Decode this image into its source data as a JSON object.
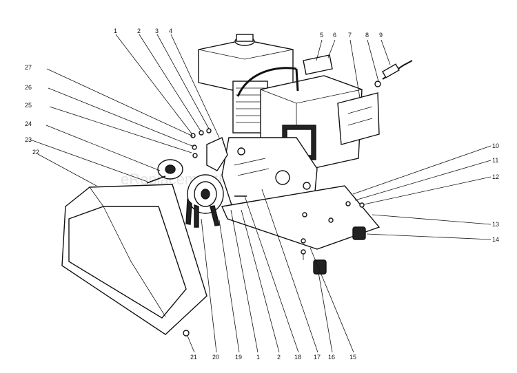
{
  "watermark": "eReplacementParts.com",
  "callouts": [
    {
      "id": "c1",
      "text": "1"
    },
    {
      "id": "c2",
      "text": "2"
    },
    {
      "id": "c3",
      "text": "3"
    },
    {
      "id": "c4",
      "text": "4"
    },
    {
      "id": "c5",
      "text": "5"
    },
    {
      "id": "c6",
      "text": "6"
    },
    {
      "id": "c7",
      "text": "7"
    },
    {
      "id": "c8",
      "text": "8"
    },
    {
      "id": "c9",
      "text": "9"
    },
    {
      "id": "c10",
      "text": "10"
    },
    {
      "id": "c11",
      "text": "11"
    },
    {
      "id": "c12",
      "text": "12"
    },
    {
      "id": "c13",
      "text": "13"
    },
    {
      "id": "c14",
      "text": "14"
    },
    {
      "id": "c15",
      "text": "15"
    },
    {
      "id": "c16",
      "text": "16"
    },
    {
      "id": "c17",
      "text": "17"
    },
    {
      "id": "c18",
      "text": "18"
    },
    {
      "id": "c19",
      "text": "19"
    },
    {
      "id": "c20",
      "text": "20"
    },
    {
      "id": "c21",
      "text": "21"
    },
    {
      "id": "c22",
      "text": "22"
    },
    {
      "id": "c23",
      "text": "23"
    },
    {
      "id": "c24",
      "text": "24"
    },
    {
      "id": "c25",
      "text": "25"
    },
    {
      "id": "c26",
      "text": "26"
    },
    {
      "id": "c27",
      "text": "27"
    },
    {
      "id": "c1b",
      "text": "1"
    },
    {
      "id": "c2b",
      "text": "2"
    }
  ]
}
